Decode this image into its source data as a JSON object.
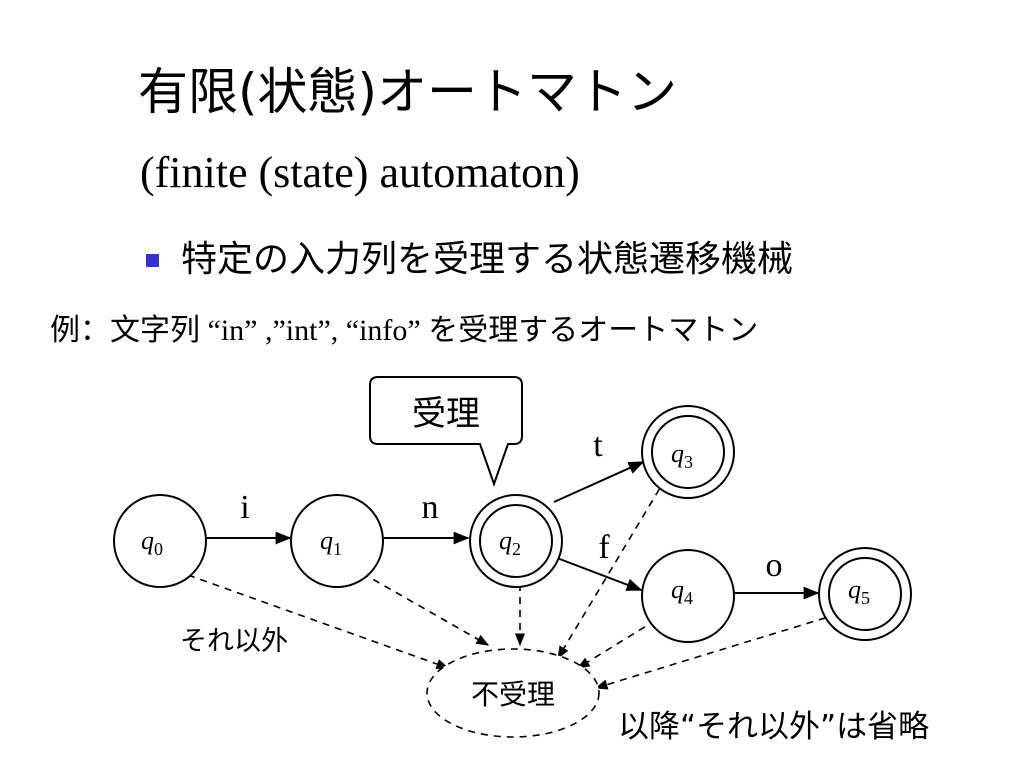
{
  "slide": {
    "title": "有限(状態)オートマトン",
    "subtitle": "(finite (state) automaton)",
    "bullet": "特定の入力列を受理する状態遷移機械",
    "example": {
      "prefix": "例：文字列",
      "strings": " “in” ,”int”, “info” ",
      "suffix": "を受理するオートマトン"
    }
  },
  "diagram": {
    "states": [
      {
        "name": "q",
        "sub": "0"
      },
      {
        "name": "q",
        "sub": "1"
      },
      {
        "name": "q",
        "sub": "2"
      },
      {
        "name": "q",
        "sub": "3"
      },
      {
        "name": "q",
        "sub": "4"
      },
      {
        "name": "q",
        "sub": "5"
      }
    ],
    "reject_state": "不受理",
    "edge_labels": [
      "i",
      "n",
      "t",
      "f",
      "o"
    ],
    "callout": "受理",
    "else_label": "それ以外",
    "note": "以降“それ以外”は省略"
  },
  "colors": {
    "bullet": "#3333cc",
    "stroke": "#000000"
  }
}
